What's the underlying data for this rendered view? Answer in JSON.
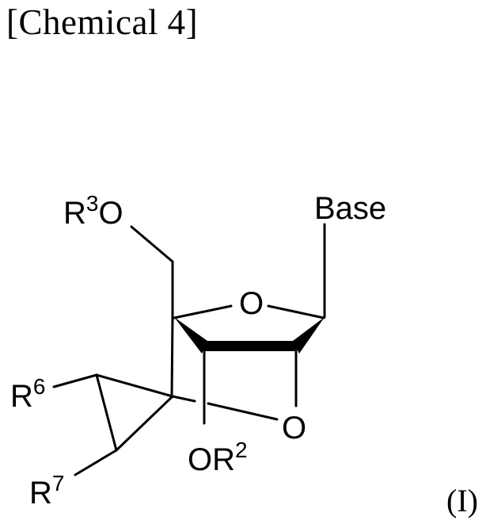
{
  "figure": {
    "title": "[Chemical 4]",
    "formula_label": "(I)"
  },
  "structure": {
    "atoms": {
      "r3o": {
        "main": "R",
        "sup": "3",
        "tail": "O"
      },
      "base": "Base",
      "ring_oxygen": "O",
      "bridge_oxygen": "O",
      "or2": {
        "main": "OR",
        "sup": "2"
      },
      "r6": {
        "main": "R",
        "sup": "6"
      },
      "r7": {
        "main": "R",
        "sup": "7"
      }
    },
    "colors": {
      "ink": "#000000",
      "background": "#ffffff"
    }
  }
}
